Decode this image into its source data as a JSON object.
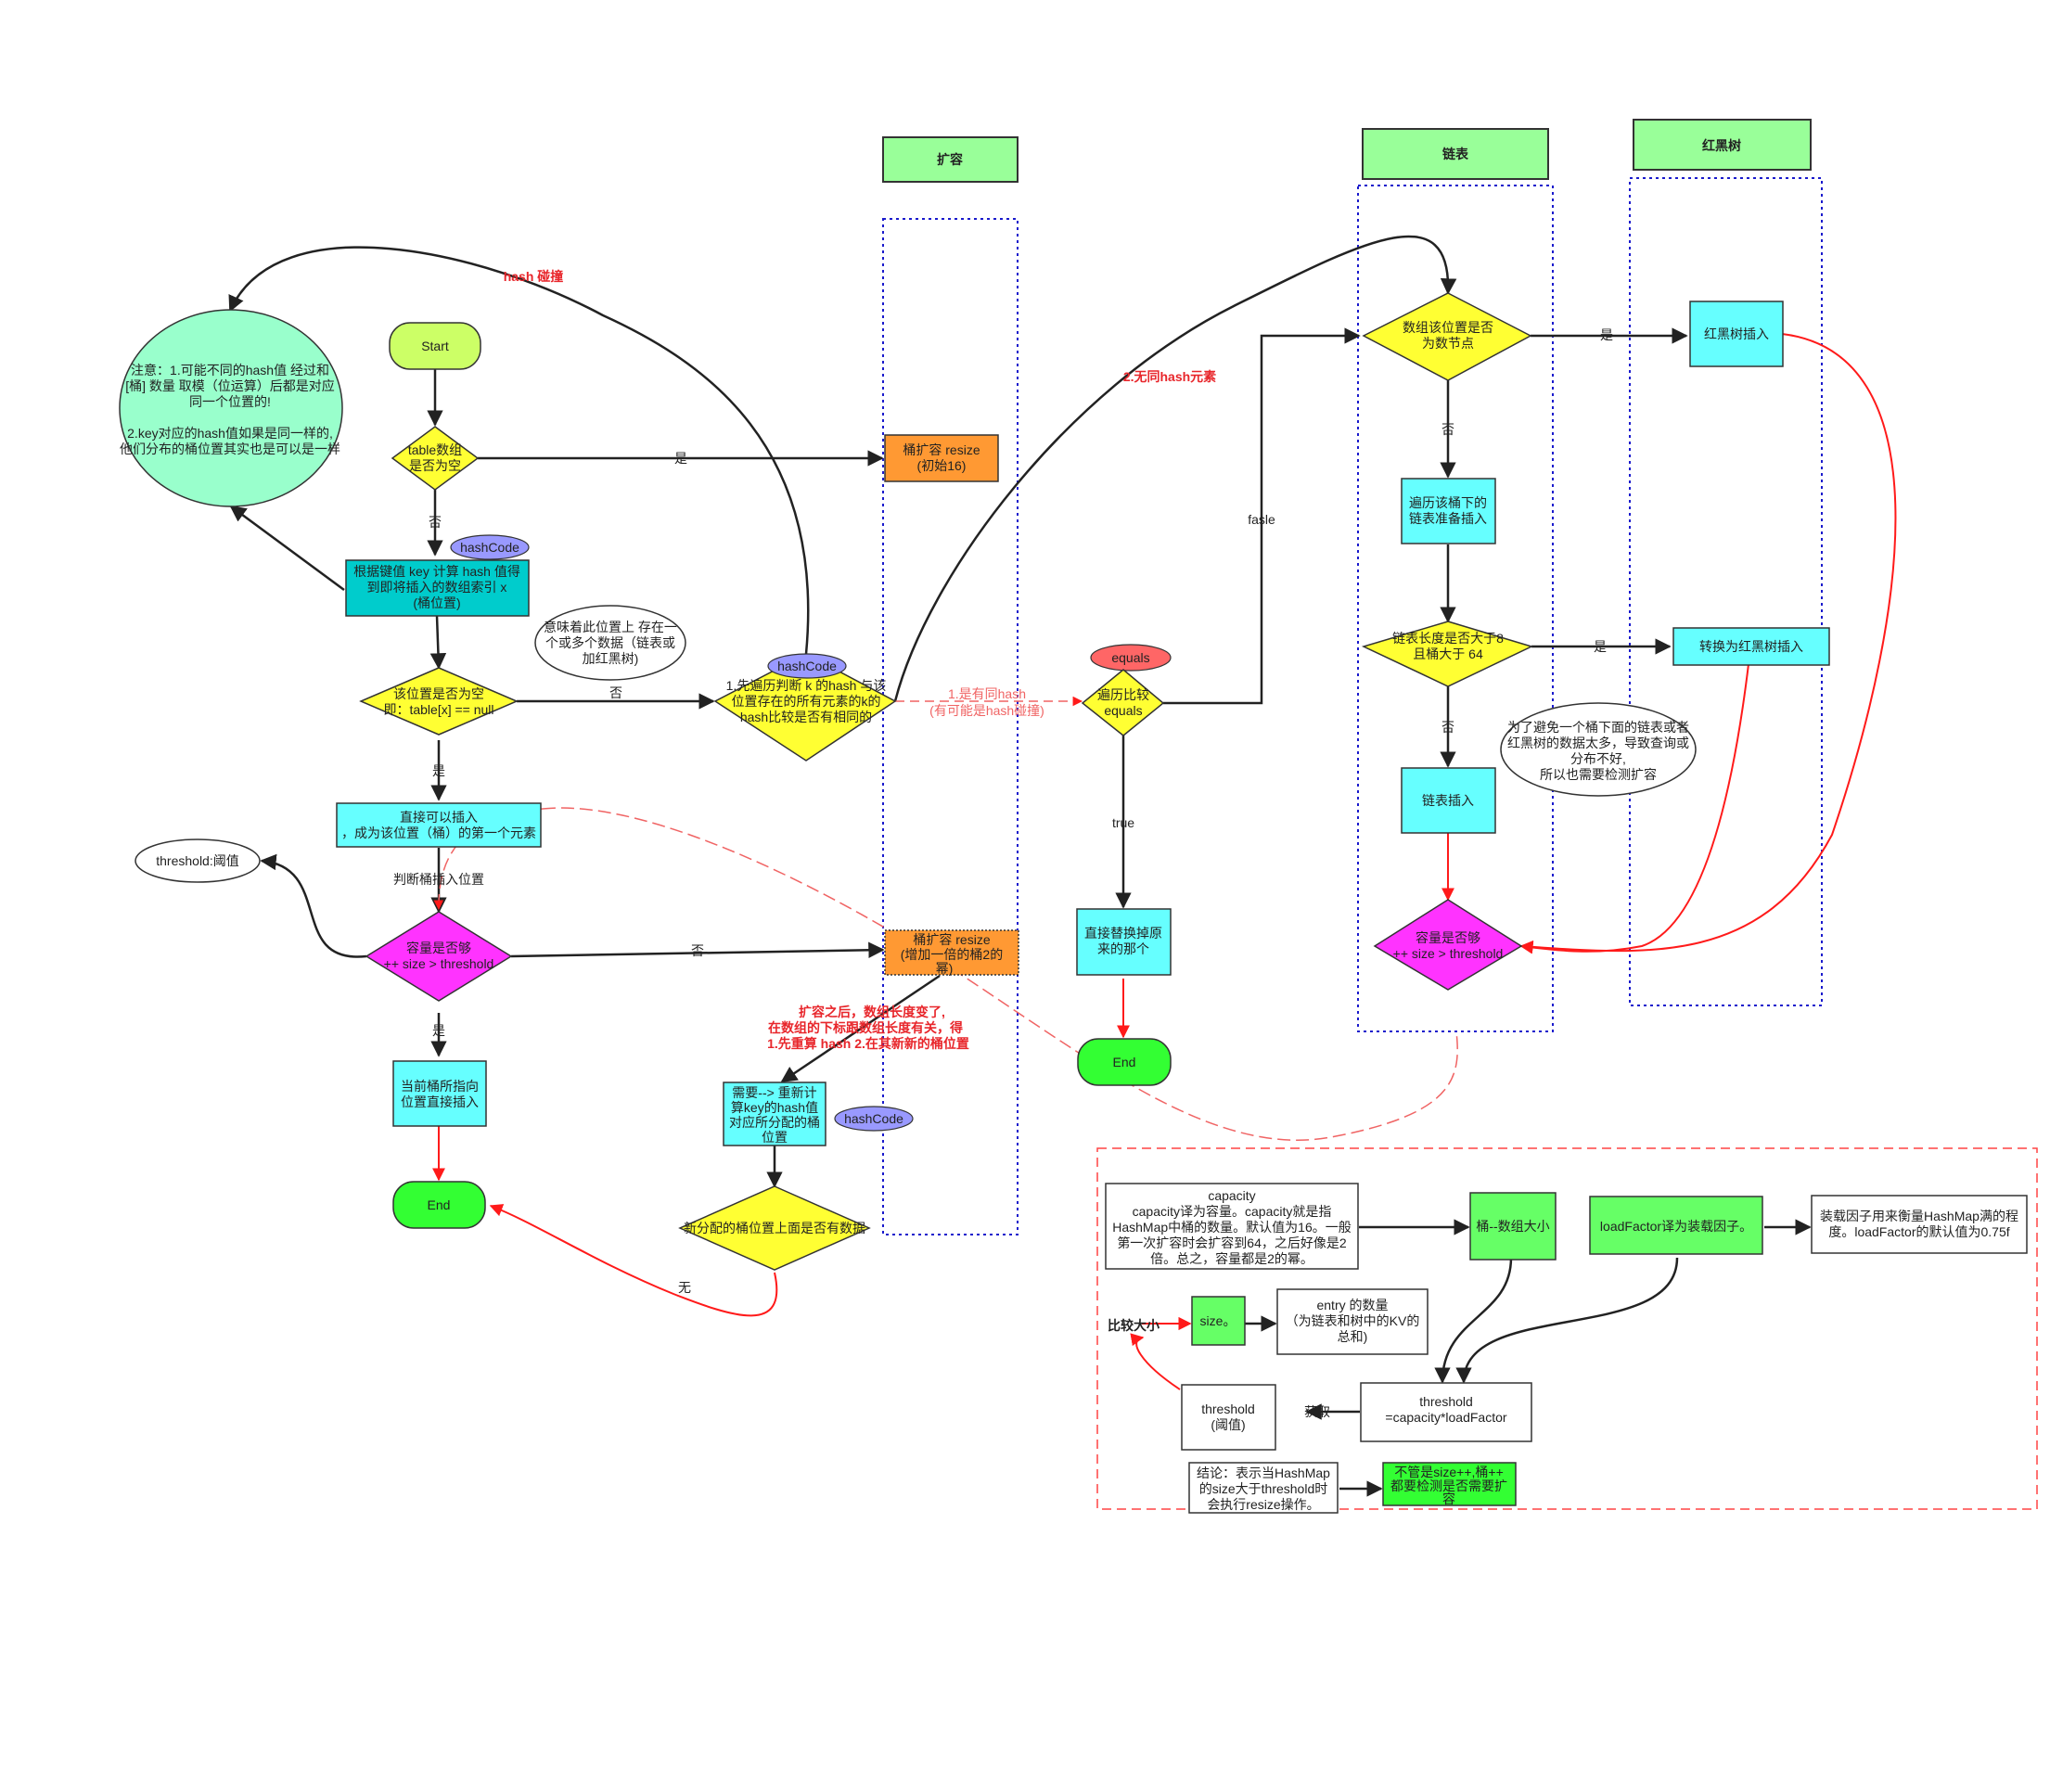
{
  "lanes": {
    "resize": "扩容",
    "linked": "链表",
    "rbtree": "红黑树"
  },
  "nodes": {
    "start": "Start",
    "table_empty": [
      "table数组",
      "是否为空"
    ],
    "compute_hash": [
      "根据键值 key 计算 hash 值得",
      "到即将插入的数组索引 x",
      "(桶位置)"
    ],
    "hashcode_1": "hashCode",
    "hashcode_2": "hashCode",
    "hashcode_3": "hashCode",
    "note_collision": [
      "注意：1.可能不同的hash值 经过和",
      "[桶] 数量 取模（位运算）后都是对应",
      "同一个位置的!",
      "",
      "2.key对应的hash值如果是同一样的,",
      "他们分布的桶位置其实也是可以是一样"
    ],
    "pos_empty": [
      "该位置是否为空",
      "即：table[x] == null"
    ],
    "note_meaning": [
      "意味着此位置上 存在一",
      "个或多个数据（链表或",
      "加红黑树)"
    ],
    "traverse_cmp": [
      "1.先遍历判断 k 的hash 与该",
      "位置存在的所有元素的k的",
      "hash比较是否有相同的"
    ],
    "direct_insert": [
      "直接可以插入",
      "，成为该位置（桶）的第一个元素"
    ],
    "threshold_label": "threshold:阈值",
    "capacity_check": [
      "容量是否够",
      "++ size > threshold"
    ],
    "current_bucket": [
      "当前桶所指向",
      "位置直接插入"
    ],
    "end_1": "End",
    "resize_init": [
      "桶扩容 resize",
      "(初始16)"
    ],
    "resize_double": [
      "桶扩容 resize",
      "(增加一倍的桶2的",
      "幂)"
    ],
    "rehash": [
      "需要--> 重新计",
      "算key的hash值",
      "对应所分配的桶",
      "位置"
    ],
    "new_pos_check": "新分配的桶位置上面是否有数据",
    "resize_note": [
      "扩容之后，数组长度变了,",
      "在数组的下标跟数组长度有关，得",
      "1.先重算 hash 2.在其新新的桶位置"
    ],
    "equals_tag": "equals",
    "traverse_equals": [
      "遍历比较",
      "equals"
    ],
    "replace": [
      "直接替换掉原",
      "来的那个"
    ],
    "end_2": "End",
    "node_check": [
      "数组该位置是否",
      "为数节点"
    ],
    "traverse_list": [
      "遍历该桶下的",
      "链表准备插入"
    ],
    "list_len": [
      "链表长度是否大于8",
      "且桶大于 64"
    ],
    "list_insert": "链表插入",
    "capacity_check_2": [
      "容量是否够",
      "++ size > threshold"
    ],
    "rb_insert": "红黑树插入",
    "to_rb_insert": "转换为红黑树插入",
    "note_avoid": [
      "为了避免一个桶下面的链表或者",
      "红黑树的数据太多，导致查询或",
      "分布不好,",
      "所以也需要检测扩容"
    ]
  },
  "edge_labels": {
    "yes_1": "是",
    "no_1": "否",
    "no_2": "否",
    "yes_2": "是",
    "judge_pos": "判断桶插入位置",
    "no_3": "否",
    "yes_3": "是",
    "hash_collision": "hash 碰撞",
    "no_hash": "2.无同hash元素",
    "same_hash": [
      "1.是有同hash",
      "(有可能是hash碰撞)"
    ],
    "true": "true",
    "fasle": "fasle",
    "yes_4": "是",
    "no_4": "否",
    "yes_5": "是",
    "no_5": "否",
    "none": "无"
  },
  "legend": {
    "capacity": [
      "capacity",
      "capacity译为容量。capacity就是指",
      "HashMap中桶的数量。默认值为16。一般",
      "第一次扩容时会扩容到64，之后好像是2",
      "倍。总之，容量都是2的幂。"
    ],
    "bucket_size": "桶--数组大小",
    "load_factor": "loadFactor译为装载因子。",
    "load_factor_desc": [
      "装载因子用来衡量HashMap满的程",
      "度。loadFactor的默认值为0.75f"
    ],
    "compare": "比较大小",
    "size": "size。",
    "entry_count": [
      "entry 的数量",
      "（为链表和树中的KV的",
      "总和)"
    ],
    "threshold": [
      "threshold",
      "(阈值)"
    ],
    "fetch": "获取",
    "threshold_formula": [
      "threshold",
      "=capacity*loadFactor"
    ],
    "conclusion": [
      "结论：表示当HashMap",
      "的size大于threshold时",
      "会执行resize操作。"
    ],
    "always_check": [
      "不管是size++,桶++",
      "都要检测是否需要扩",
      "容"
    ]
  },
  "colors": {
    "lane_header": "#99ff99",
    "start": "#ccff66",
    "diamond_yellow": "#ffff33",
    "process_teal": "#00cccc",
    "process_cyan": "#66ffff",
    "orange": "#ff9933",
    "magenta": "#ff33ff",
    "end_green": "#33ff33",
    "note_green": "#99ffcc",
    "tag_purple": "#9999ff",
    "tag_red": "#ff6666",
    "legend_green": "#66ff66"
  }
}
